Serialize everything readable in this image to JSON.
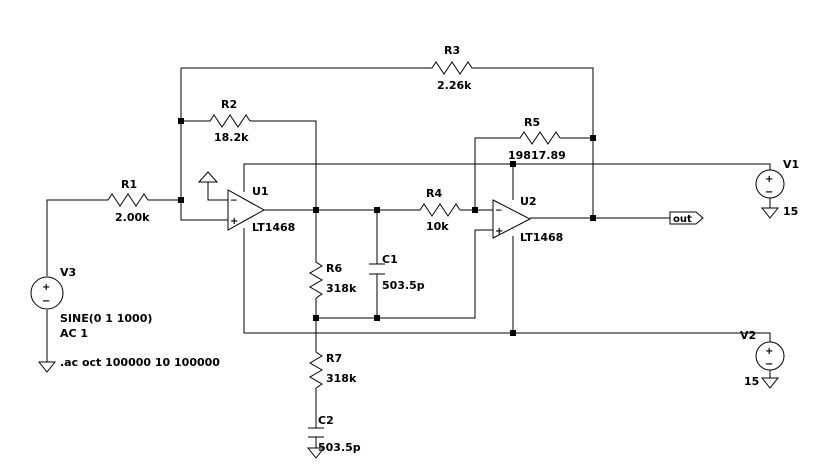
{
  "schematic": {
    "components": {
      "r1": {
        "name": "R1",
        "value": "2.00k"
      },
      "r2": {
        "name": "R2",
        "value": "18.2k"
      },
      "r3": {
        "name": "R3",
        "value": "2.26k"
      },
      "r4": {
        "name": "R4",
        "value": "10k"
      },
      "r5": {
        "name": "R5",
        "value": "19817.89"
      },
      "r6": {
        "name": "R6",
        "value": "318k"
      },
      "r7": {
        "name": "R7",
        "value": "318k"
      },
      "c1": {
        "name": "C1",
        "value": "503.5p"
      },
      "c2": {
        "name": "C2",
        "value": "503.5p"
      },
      "u1": {
        "name": "U1",
        "part": "LT1468"
      },
      "u2": {
        "name": "U2",
        "part": "LT1468"
      },
      "v1": {
        "name": "V1",
        "value": "15"
      },
      "v2": {
        "name": "V2",
        "value": "15"
      },
      "v3": {
        "name": "V3",
        "value": "SINE(0 1 1000)",
        "ac": "AC 1"
      }
    },
    "output_label": "out",
    "directive": ".ac oct 100000 10 100000"
  }
}
